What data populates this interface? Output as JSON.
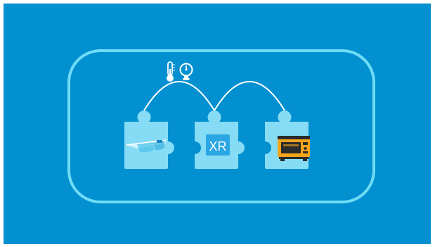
{
  "diagram": {
    "colors": {
      "background": "#0290d0",
      "frame": "#6fdcf6",
      "piece": "#86dcf5",
      "connector": "#ffffff",
      "xr_badge": "#2aa7e3",
      "machine_body": "#f5a51a",
      "machine_dark": "#2b2b2b"
    },
    "sensor_icons": [
      "thermometer-icon",
      "pressure-gauge-icon"
    ],
    "pieces": [
      {
        "id": "glasses",
        "icon": "smart-glasses-icon",
        "label": ""
      },
      {
        "id": "xr",
        "icon": "",
        "label": "XR"
      },
      {
        "id": "machine",
        "icon": "industrial-machine-icon",
        "label": ""
      }
    ]
  }
}
